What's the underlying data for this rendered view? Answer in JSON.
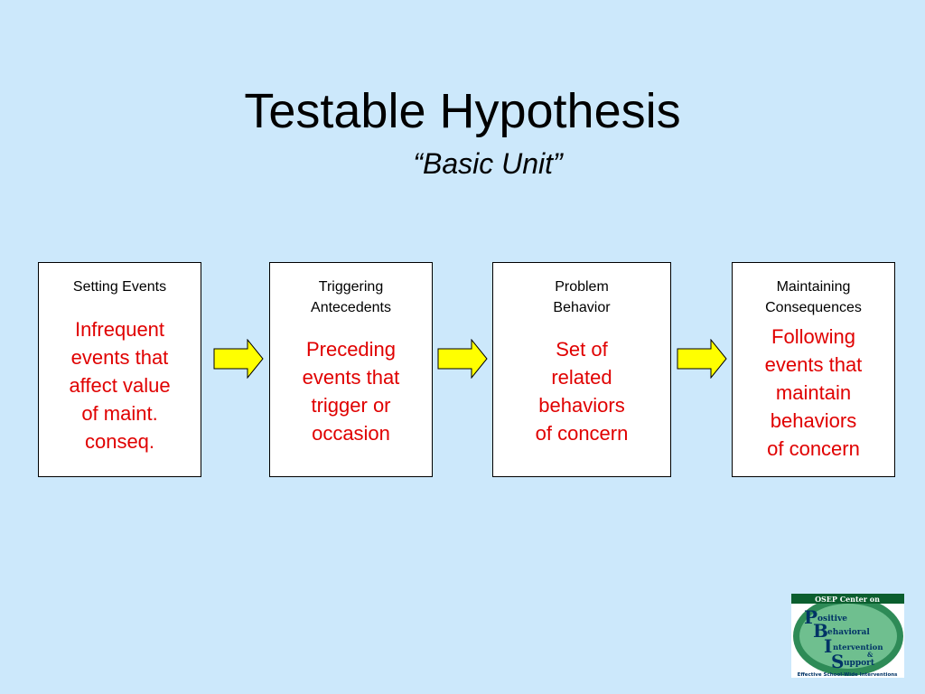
{
  "slide": {
    "title": "Testable Hypothesis",
    "subtitle": "“Basic Unit”"
  },
  "boxes": [
    {
      "heading": "Setting Events",
      "description": "Infrequent\nevents that\naffect value\nof maint.\nconseq."
    },
    {
      "heading": "Triggering\nAntecedents",
      "description": "Preceding\nevents that\ntrigger or\noccasion"
    },
    {
      "heading": "Problem\nBehavior",
      "description": "Set of\nrelated\nbehaviors\nof concern"
    },
    {
      "heading": "Maintaining\nConsequences",
      "description": "Following\nevents that\nmaintain\nbehaviors\nof concern"
    }
  ],
  "logo": {
    "top_text": "OSEP Center on",
    "letters": [
      "P",
      "B",
      "I",
      "S"
    ],
    "words": [
      "ositive",
      "ehavioral",
      "ntervention",
      "&",
      "upport"
    ],
    "bottom_text": "Effective School-Wide Interventions"
  },
  "colors": {
    "background": "#cce8fb",
    "description_text": "#e00000",
    "arrow_fill": "#ffff00",
    "logo_green": "#2e8b57"
  },
  "icons": [
    "right-arrow-icon",
    "pbis-logo"
  ]
}
